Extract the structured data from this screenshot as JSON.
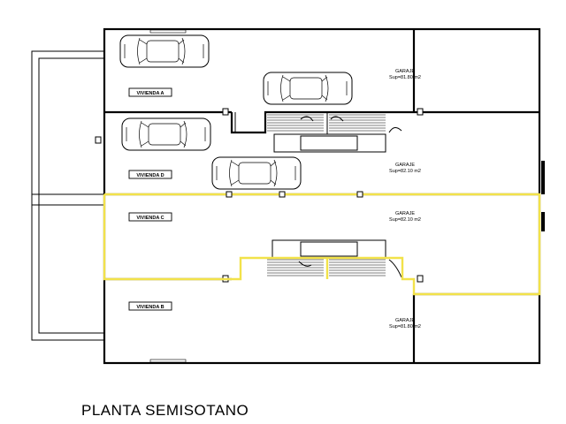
{
  "plan": {
    "title": "PLANTA SEMISOTANO",
    "units": [
      {
        "label": "VIVIENDA A",
        "garage_label": "GARAJE",
        "surface": "Sup=81.80 m2"
      },
      {
        "label": "VIVIENDA D",
        "garage_label": "GARAJE",
        "surface": "Sup=82.10 m2"
      },
      {
        "label": "VIVIENDA C",
        "garage_label": "GARAJE",
        "surface": "Sup=82.10 m2"
      },
      {
        "label": "VIVIENDA B",
        "garage_label": "GARAJE",
        "surface": "Sup=81.80 m2"
      }
    ],
    "colors": {
      "walls": "#000000",
      "highlight": "#f2e24a",
      "background": "#ffffff"
    }
  }
}
